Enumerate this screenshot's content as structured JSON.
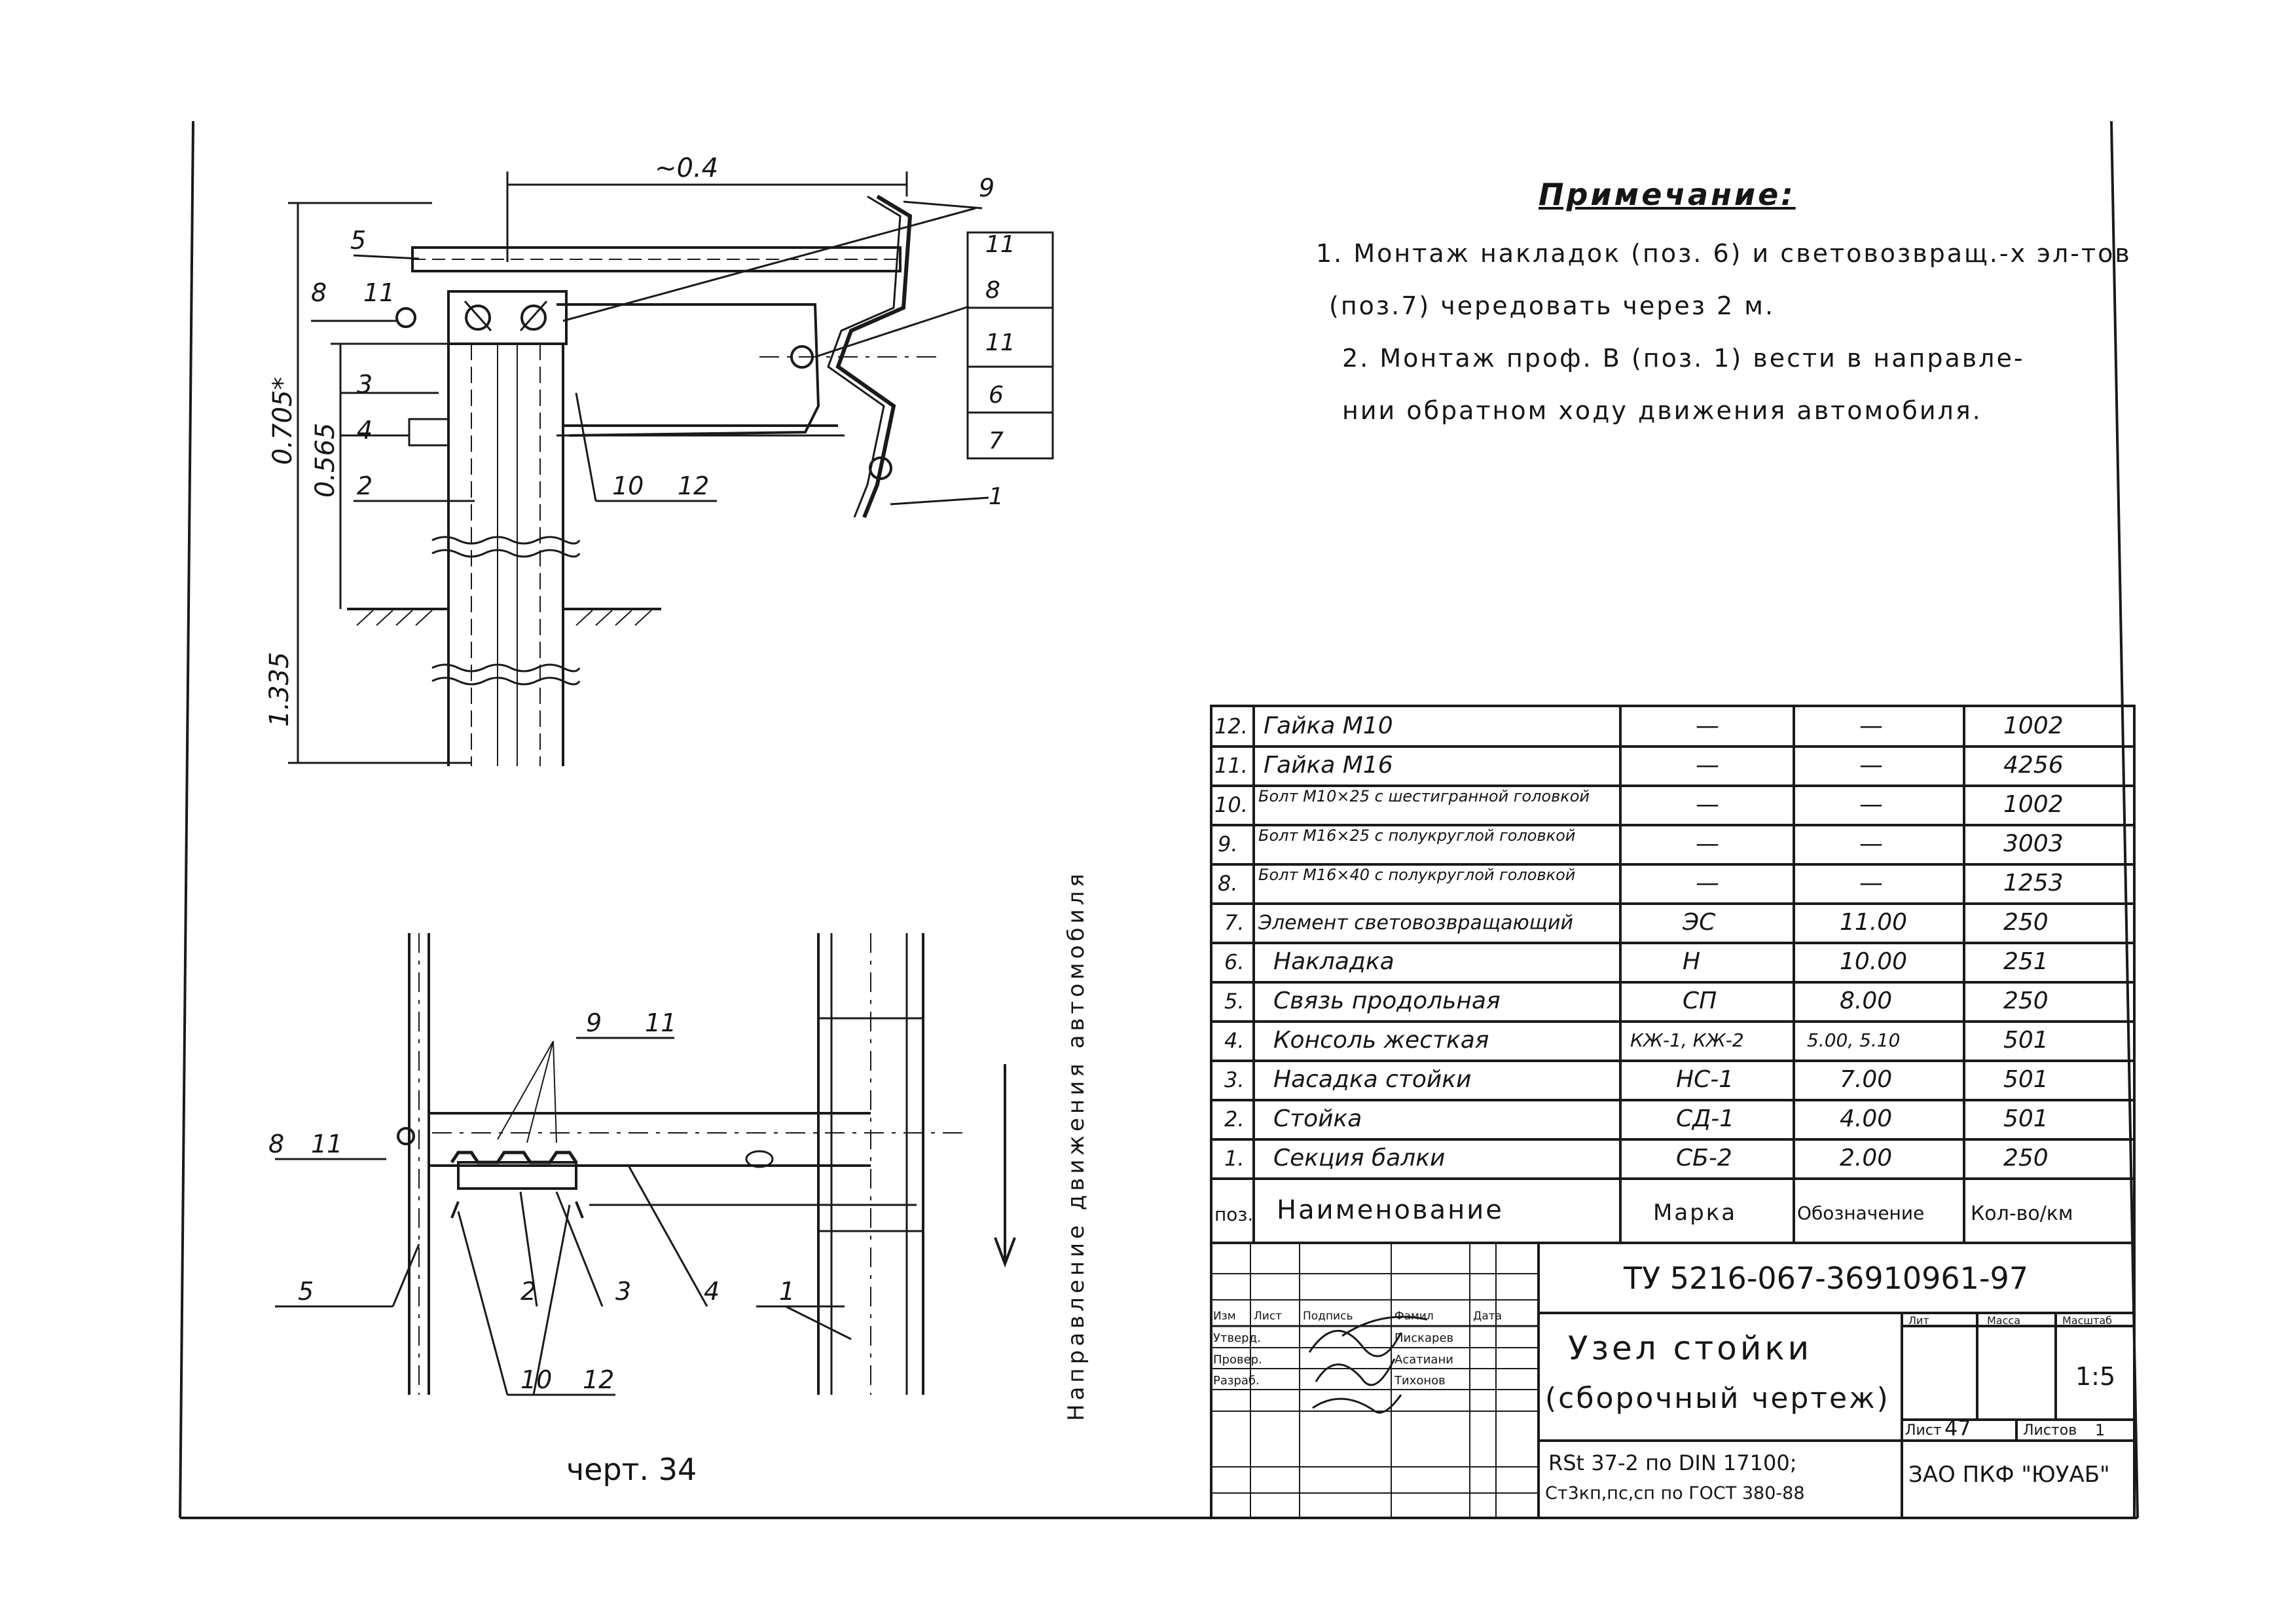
{
  "drawing": {
    "labels": {
      "dim_top": "~0.4",
      "dim_0705": "0.705*",
      "dim_0565": "0.565",
      "dim_1335": "1.335",
      "p5": "5",
      "p8": "8",
      "p11a": "11",
      "p3": "3",
      "p4": "4",
      "p2": "2",
      "p9": "9",
      "p11b": "11",
      "p8b": "8",
      "p11c": "11",
      "p6": "6",
      "p7": "7",
      "p1": "1",
      "p10": "10",
      "p12": "12"
    },
    "plan_labels": {
      "p9": "9",
      "p11": "11",
      "p8": "8",
      "p11b": "11",
      "p5": "5",
      "p2": "2",
      "p3": "3",
      "p4": "4",
      "p1": "1",
      "p10": "10",
      "p12": "12"
    },
    "direction_text": "Направление движения автомобиля",
    "drawing_number": "черт. 34"
  },
  "notes": {
    "title": "Примечание:",
    "line1": "1. Монтаж накладок (поз. 6) и световозвращ.-х эл-тов",
    "line2": "(поз.7) чередовать через 2 м.",
    "line3": "2. Монтаж проф. В (поз. 1) вести в направле-",
    "line4": "нии обратном ходу движения автомобиля."
  },
  "spec": {
    "rows": [
      {
        "pos": "12.",
        "name": "Гайка М10",
        "mark": "—",
        "doc": "—",
        "qty": "1002"
      },
      {
        "pos": "11.",
        "name": "Гайка М16",
        "mark": "—",
        "doc": "—",
        "qty": "4256"
      },
      {
        "pos": "10.",
        "name": "Болт М10×25 с шестигранной головкой",
        "mark": "—",
        "doc": "—",
        "qty": "1002"
      },
      {
        "pos": "9.",
        "name": "Болт М16×25 с полукруглой головкой",
        "mark": "—",
        "doc": "—",
        "qty": "3003"
      },
      {
        "pos": "8.",
        "name": "Болт М16×40 с полукруглой головкой",
        "mark": "—",
        "doc": "—",
        "qty": "1253"
      },
      {
        "pos": "7.",
        "name": "Элемент световозвращающий",
        "mark": "ЭС",
        "doc": "11.00",
        "qty": "250"
      },
      {
        "pos": "6.",
        "name": "Накладка",
        "mark": "Н",
        "doc": "10.00",
        "qty": "251"
      },
      {
        "pos": "5.",
        "name": "Связь продольная",
        "mark": "СП",
        "doc": "8.00",
        "qty": "250"
      },
      {
        "pos": "4.",
        "name": "Консоль жесткая",
        "mark": "КЖ-1, КЖ-2",
        "doc": "5.00, 5.10",
        "qty": "501"
      },
      {
        "pos": "3.",
        "name": "Насадка стойки",
        "mark": "НС-1",
        "doc": "7.00",
        "qty": "501"
      },
      {
        "pos": "2.",
        "name": "Стойка",
        "mark": "СД-1",
        "doc": "4.00",
        "qty": "501"
      },
      {
        "pos": "1.",
        "name": "Секция балки",
        "mark": "СБ-2",
        "doc": "2.00",
        "qty": "250"
      }
    ],
    "header": {
      "pos": "поз.",
      "name": "Наименование",
      "mark": "Марка",
      "doc": "Обозначение",
      "qty": "Кол-во/км"
    }
  },
  "title_block": {
    "doc_code": "ТУ 5216-067-36910961-97",
    "title_line1": "Узел стойки",
    "title_line2": "(сборочный чертеж)",
    "material_line1": "RSt 37-2 по DIN 17100;",
    "material_line2": "Ст3кп,пс,сп по ГОСТ 380-88",
    "lit_label": "Лит",
    "mass_label": "Масса",
    "scale_label": "Масштаб",
    "scale_value": "1:5",
    "sheet_label": "Лист",
    "sheet_value": "47",
    "sheets_label": "Листов",
    "sheets_value": "1",
    "company": "ЗАО ПКФ \"ЮУАБ\"",
    "sig_head": [
      "Изм",
      "Лист",
      "Подпись",
      "Фамил",
      "Дата"
    ],
    "sig_rows": [
      {
        "role": "Утверд.",
        "name": "Пискарев"
      },
      {
        "role": "Провер.",
        "name": "Асатиани"
      },
      {
        "role": "Разраб.",
        "name": "Тихонов"
      }
    ]
  }
}
